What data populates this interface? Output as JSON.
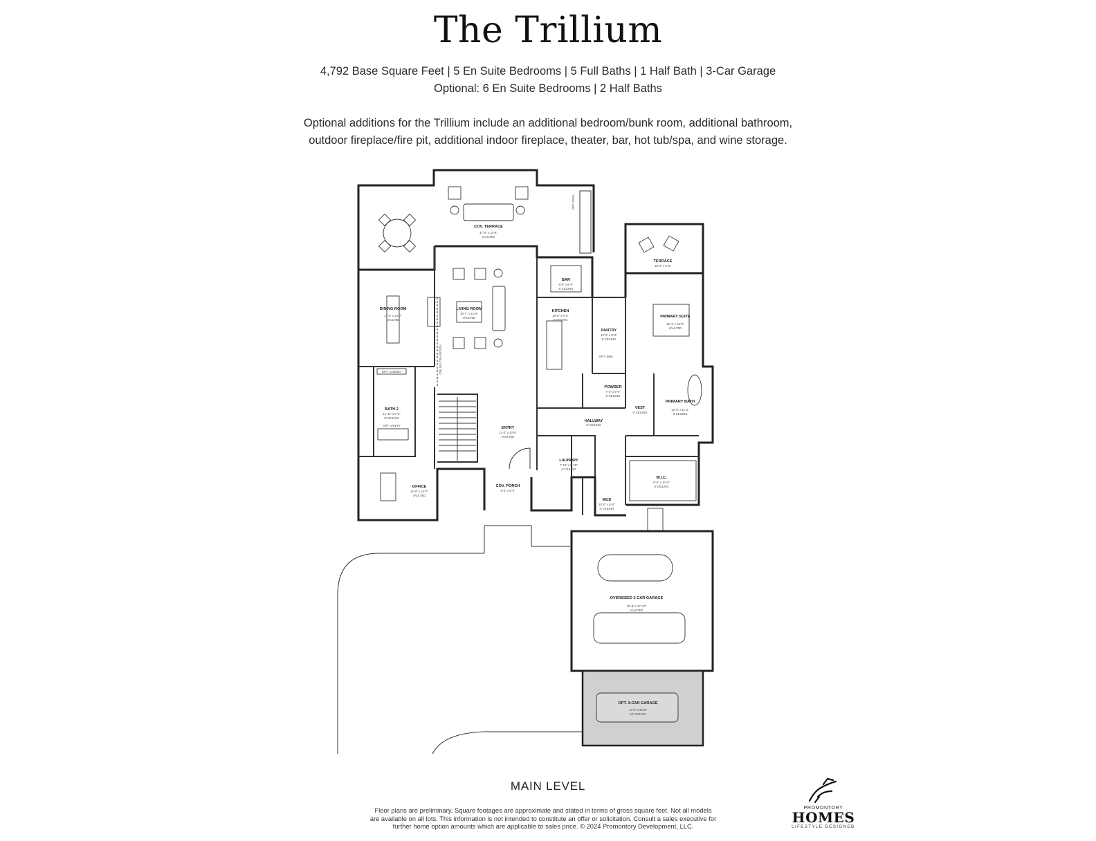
{
  "title": "The Trillium",
  "specs_line1": "4,792 Base Square Feet  |  5 En Suite Bedrooms  |  5 Full Baths  |  1 Half Bath  |  3-Car Garage",
  "specs_line2": "Optional: 6 En Suite Bedrooms  | 2 Half Baths",
  "description_line1": "Optional additions for the Trillium include an additional bedroom/bunk room, additional bathroom,",
  "description_line2": "outdoor fireplace/fire pit, additional indoor fireplace, theater, bar, hot tub/spa, and wine storage.",
  "level_label": "MAIN LEVEL",
  "disclaimer_line1": "Floor plans are preliminary. Square footages are approximate and stated in terms of gross square feet. Not all models",
  "disclaimer_line2": "are available on all lots. This information is not intended to constitute an offer or solicitation. Consult a sales executive for",
  "disclaimer_line3": "further home option amounts which are applicable to sales price. © 2024 Promontory Development, LLC.",
  "logo": {
    "line1": "PROMONTORY",
    "line2": "HOMES",
    "line3": "LIFESTYLE DESIGNED"
  },
  "rooms": {
    "cov_terrace": {
      "name": "COV. TERRACE",
      "size": "47'-0\" x 14'-8\"",
      "note": "VAULTED"
    },
    "terrace": {
      "name": "TERRACE",
      "size": "18'-0\" x 8'-6\""
    },
    "bar": {
      "name": "BAR",
      "size": "8'-0\" x 8'-0\"",
      "note": "8' CEILING"
    },
    "dining_room": {
      "name": "DINING ROOM",
      "size": "14'-0\" x 14'-7\"",
      "note": "VAULTED"
    },
    "living_room": {
      "name": "LIVING ROOM",
      "size": "30'-7\" x 14'-6\"",
      "note": "VAULTED"
    },
    "kitchen": {
      "name": "KITCHEN",
      "size": "19'-0\" x 8'-8\"",
      "note": "8' CEILING"
    },
    "pantry": {
      "name": "PANTRY",
      "size": "12'-0\" x 8'-0\"",
      "note": "8' CEILING"
    },
    "primary_suite": {
      "name": "PRIMARY SUITE",
      "size": "16'-1\" x 18'-0\"",
      "note": "VAULTED"
    },
    "powder": {
      "name": "POWDER",
      "size": "7'-3\" x 6'-0\"",
      "note": "8' CEILING"
    },
    "vest": {
      "name": "VEST",
      "note": "8' CEILING"
    },
    "primary_bath": {
      "name": "PRIMARY BATH",
      "size": "12'-8\" x 11'-2\"",
      "note": "8' CEILING"
    },
    "bath2": {
      "name": "BATH 2",
      "size": "11'-11\" x 8'-0\"",
      "note": "8' CEILING"
    },
    "hallway": {
      "name": "HALLWAY",
      "note": "8' CEILING"
    },
    "entry": {
      "name": "ENTRY",
      "size": "12'-0\" x 10'-6\"",
      "note": "VAULTED"
    },
    "laundry": {
      "name": "LAUNDRY",
      "size": "7'-10\" x 9'-10\"",
      "note": "8' CEILING"
    },
    "wic": {
      "name": "W.I.C.",
      "size": "9'-0\" x 10'-0\"",
      "note": "8' CEILING"
    },
    "office": {
      "name": "OFFICE",
      "size": "12'-0\" x 14'-7\"",
      "note": "VAULTED"
    },
    "cov_porch": {
      "name": "COV. PORCH",
      "size": "6'-0\" x 9'-0\""
    },
    "mud": {
      "name": "MUD",
      "size": "10'-0\" x 8'-0\"",
      "note": "8' CEILING"
    },
    "garage": {
      "name": "OVERSIZED 2 CAR GARAGE",
      "size": "28'-8\" x 27'-10\"",
      "note": "VAULTED"
    },
    "opt_garage": {
      "name": "OPT. 3-CAR GARAGE",
      "size": "14'-8\" x 23'-8\"",
      "note": "10' CEILING"
    }
  },
  "callouts": {
    "opt_cabinet": "OPT. CABINET",
    "opt_vanity": "OPT. VANITY",
    "opt_sink": "OPT. SINK",
    "ceiling_transition": "CEILING TRANSITION",
    "opt_grill": "OPT. GRILL"
  }
}
